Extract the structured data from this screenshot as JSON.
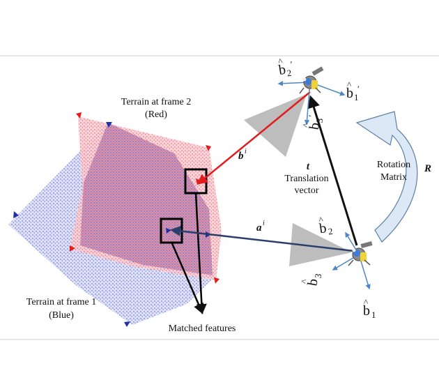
{
  "labels": {
    "terrain2_title": "Terrain at frame 2",
    "terrain2_color": "(Red)",
    "terrain1_title": "Terrain at frame 1",
    "terrain1_color": "(Blue)",
    "matched_features": "Matched features",
    "translation_symbol": "t",
    "translation_line1": "Translation",
    "translation_line2": "vector",
    "rotation_line1": "Rotation",
    "rotation_line2": "Matrix",
    "rotation_symbol": "R",
    "b_vector": "b",
    "b_vector_sup": "i",
    "a_vector": "a",
    "a_vector_sup": "i"
  },
  "axes": {
    "frame2": [
      {
        "base": "b",
        "sub": "2",
        "prime": "′"
      },
      {
        "base": "b",
        "sub": "1",
        "prime": "′"
      },
      {
        "base": "b",
        "sub": "3",
        "prime": "′"
      }
    ],
    "frame1": [
      {
        "base": "b",
        "sub": "2"
      },
      {
        "base": "b",
        "sub": "3"
      },
      {
        "base": "b",
        "sub": "1"
      }
    ]
  },
  "colors": {
    "red_terrain": "#e8495a",
    "blue_terrain": "#3b49c8",
    "red_vector": "#e21c1c",
    "blue_vector": "#2a3f6b",
    "axis_arrow": "#4f86c6",
    "rotation_arrow": "#dce8f5",
    "cone": "#bdbdbd"
  }
}
